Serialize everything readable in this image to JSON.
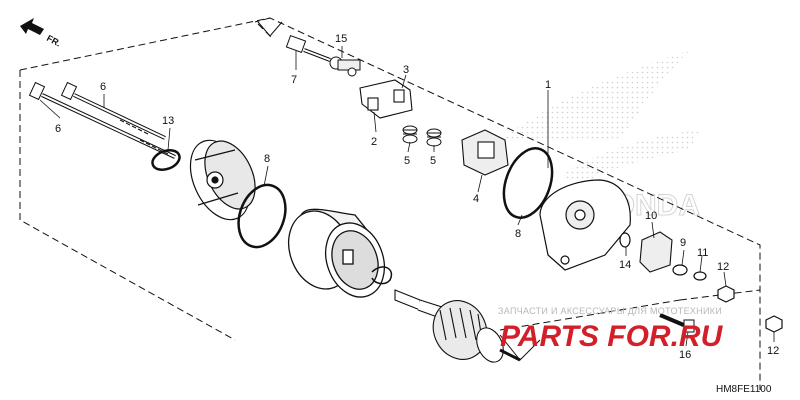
{
  "diagram": {
    "front_label": "FR.",
    "drawing_code": "HM8FE1100",
    "watermark_text": "ЗАПЧАСТИ И АКСЕССУАРЫ ДЛЯ МОТОТЕХНИКИ",
    "watermark_brand": "PARTS FOR.RU",
    "callouts": {
      "c1": "1",
      "c2": "2",
      "c3": "3",
      "c4": "4",
      "c5a": "5",
      "c5b": "5",
      "c6a": "6",
      "c6b": "6",
      "c7": "7",
      "c8a": "8",
      "c8b": "8",
      "c9": "9",
      "c10": "10",
      "c11": "11",
      "c12a": "12",
      "c12b": "12",
      "c13": "13",
      "c14": "14",
      "c15": "15",
      "c16": "16"
    },
    "colors": {
      "line": "#111111",
      "brand": "#d21f2a",
      "watermark": "#bbbbbb",
      "background": "#ffffff"
    }
  }
}
